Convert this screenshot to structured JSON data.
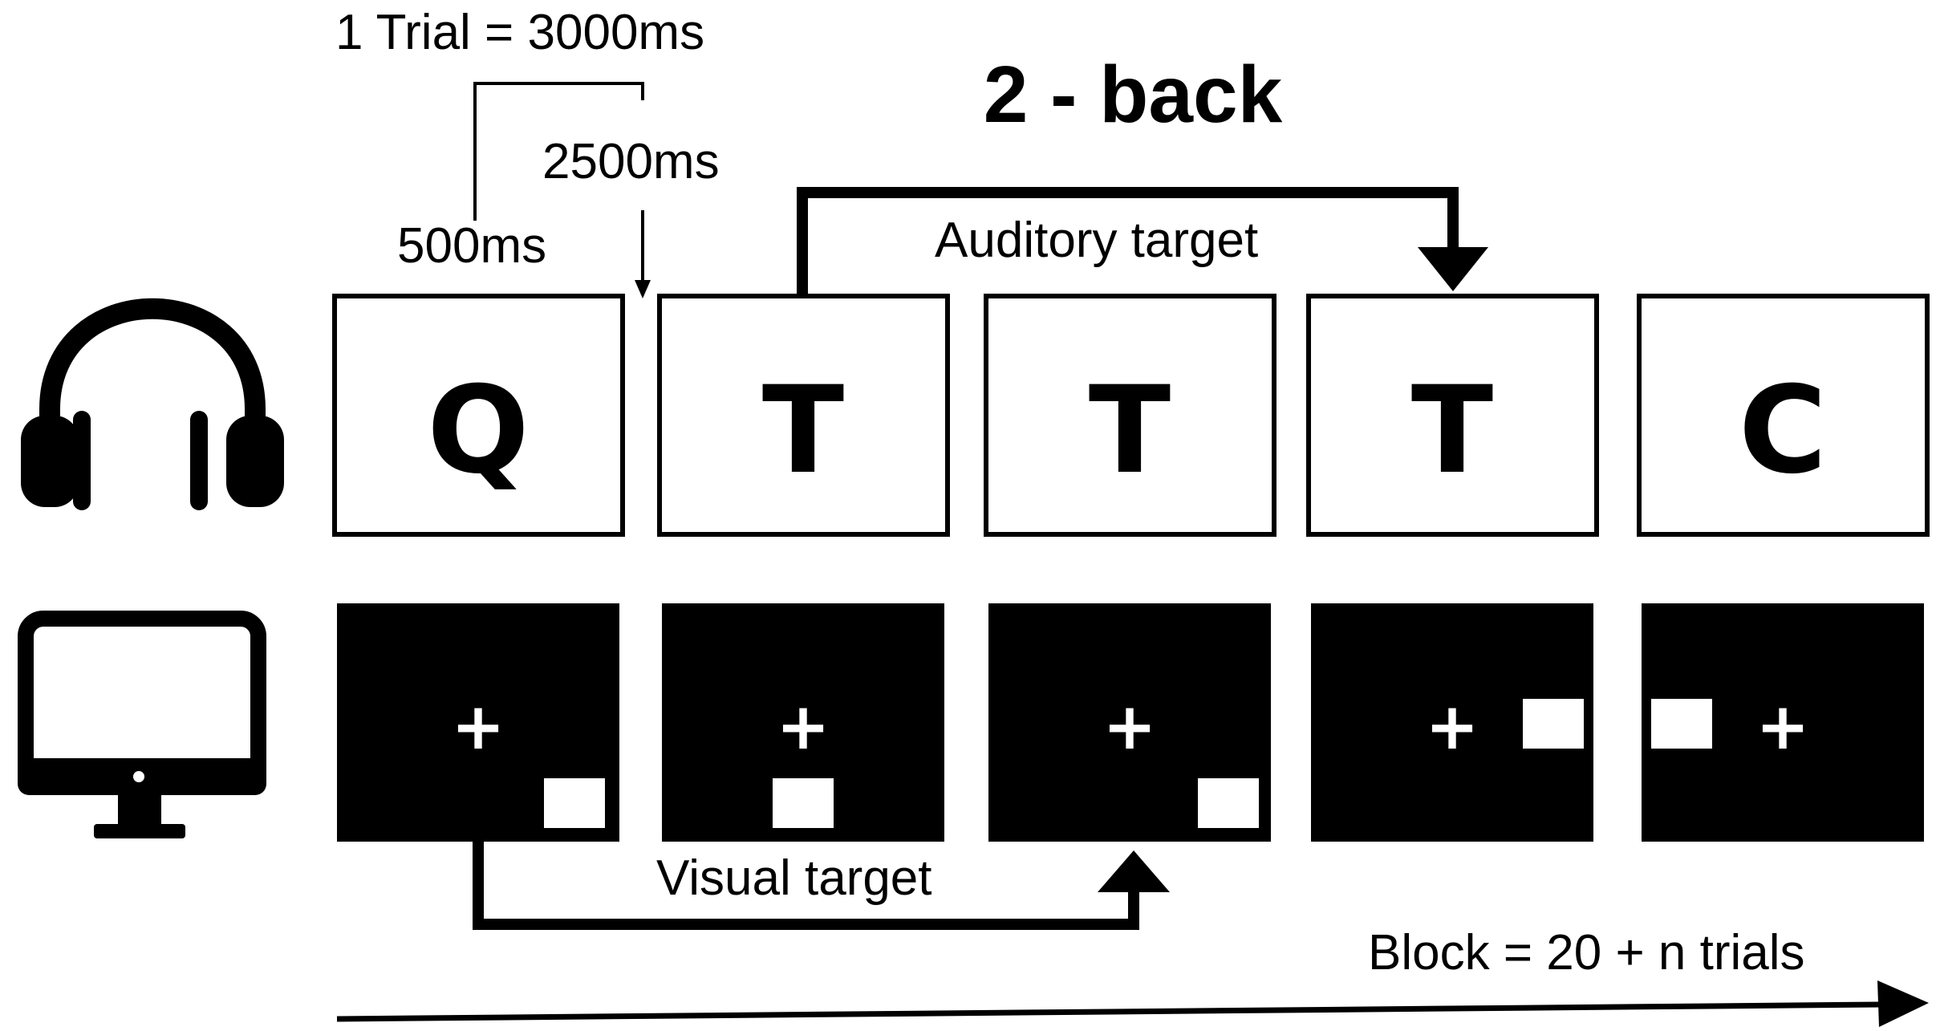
{
  "title": "2 - back",
  "timing": {
    "trial_label": "1 Trial = 3000ms",
    "stim_label": "500ms",
    "isi_label": "2500ms"
  },
  "auditory": {
    "icon": "headphones-icon",
    "target_label": "Auditory target",
    "letters": [
      "Q",
      "T",
      "T",
      "T",
      "C"
    ]
  },
  "visual": {
    "icon": "monitor-icon",
    "target_label": "Visual target",
    "fixation": "+"
  },
  "block_label": "Block = 20 + n trials"
}
